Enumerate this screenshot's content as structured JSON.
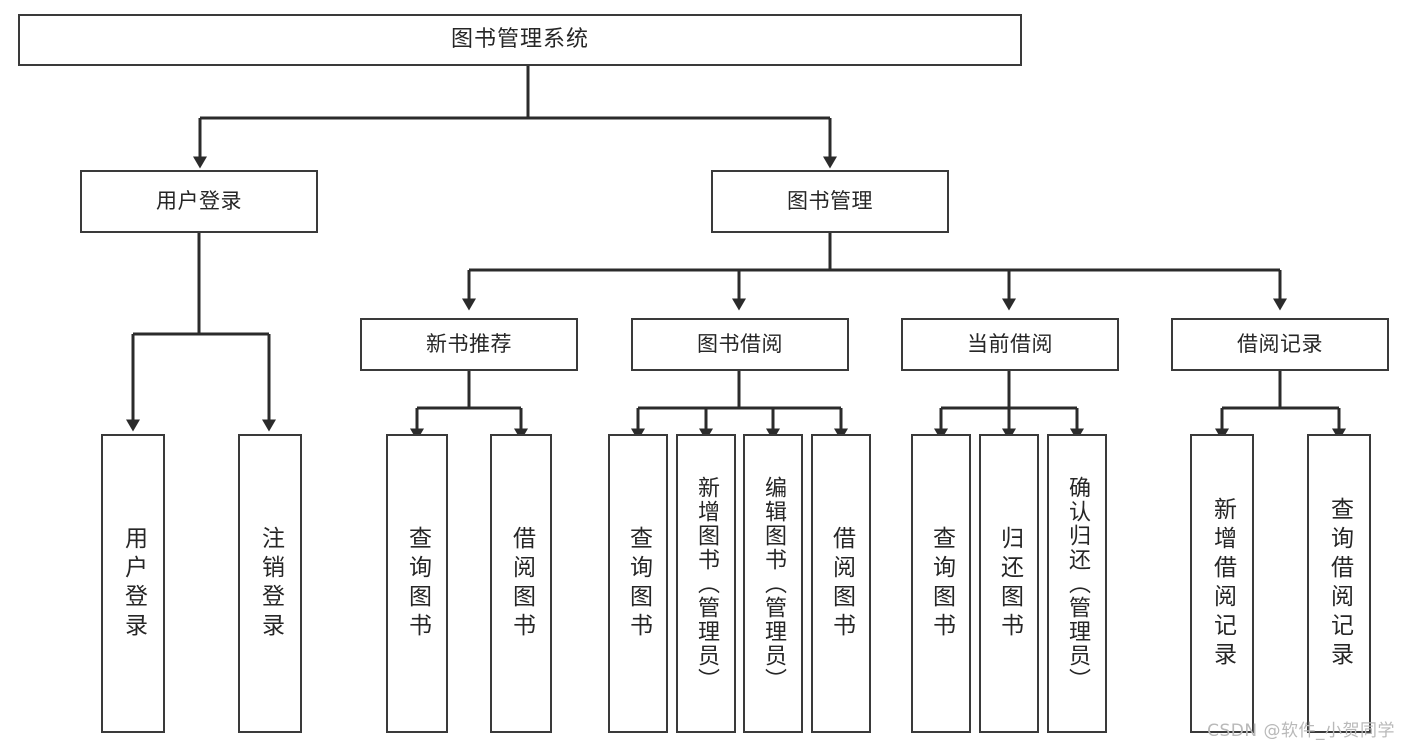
{
  "diagram": {
    "title": "图书管理系统",
    "type": "tree",
    "watermark": "CSDN @软件_小贺同学",
    "colors": {
      "box_border": "#3a3a3a",
      "box_fill": "#ffffff",
      "line": "#2b2b2b",
      "text": "#262626",
      "watermark": "#b9b9b9",
      "background": "#ffffff"
    },
    "nodes": {
      "root": {
        "label": "图书管理系统"
      },
      "level1": [
        {
          "id": "user-login",
          "label": "用户登录"
        },
        {
          "id": "book-management",
          "label": "图书管理"
        }
      ],
      "level2": [
        {
          "id": "new-book-recommend",
          "label": "新书推荐"
        },
        {
          "id": "book-borrow",
          "label": "图书借阅"
        },
        {
          "id": "current-borrow",
          "label": "当前借阅"
        },
        {
          "id": "borrow-record",
          "label": "借阅记录"
        }
      ],
      "leaves": {
        "user-login": [
          {
            "id": "leaf-user-login",
            "label": "用户登录"
          },
          {
            "id": "leaf-user-logout",
            "label": "注销登录"
          }
        ],
        "new-book-recommend": [
          {
            "id": "leaf-query-book-1",
            "label": "查询图书"
          },
          {
            "id": "leaf-borrow-book-1",
            "label": "借阅图书"
          }
        ],
        "book-borrow": [
          {
            "id": "leaf-query-book-2",
            "label": "查询图书"
          },
          {
            "id": "leaf-add-book",
            "label": "新增图书（管理员）"
          },
          {
            "id": "leaf-edit-book",
            "label": "编辑图书（管理员）"
          },
          {
            "id": "leaf-borrow-book-2",
            "label": "借阅图书"
          }
        ],
        "current-borrow": [
          {
            "id": "leaf-query-book-3",
            "label": "查询图书"
          },
          {
            "id": "leaf-return-book",
            "label": "归还图书"
          },
          {
            "id": "leaf-confirm-return",
            "label": "确认归还（管理员）"
          }
        ],
        "borrow-record": [
          {
            "id": "leaf-add-record",
            "label": "新增借阅记录"
          },
          {
            "id": "leaf-query-record",
            "label": "查询借阅记录"
          }
        ]
      }
    }
  }
}
